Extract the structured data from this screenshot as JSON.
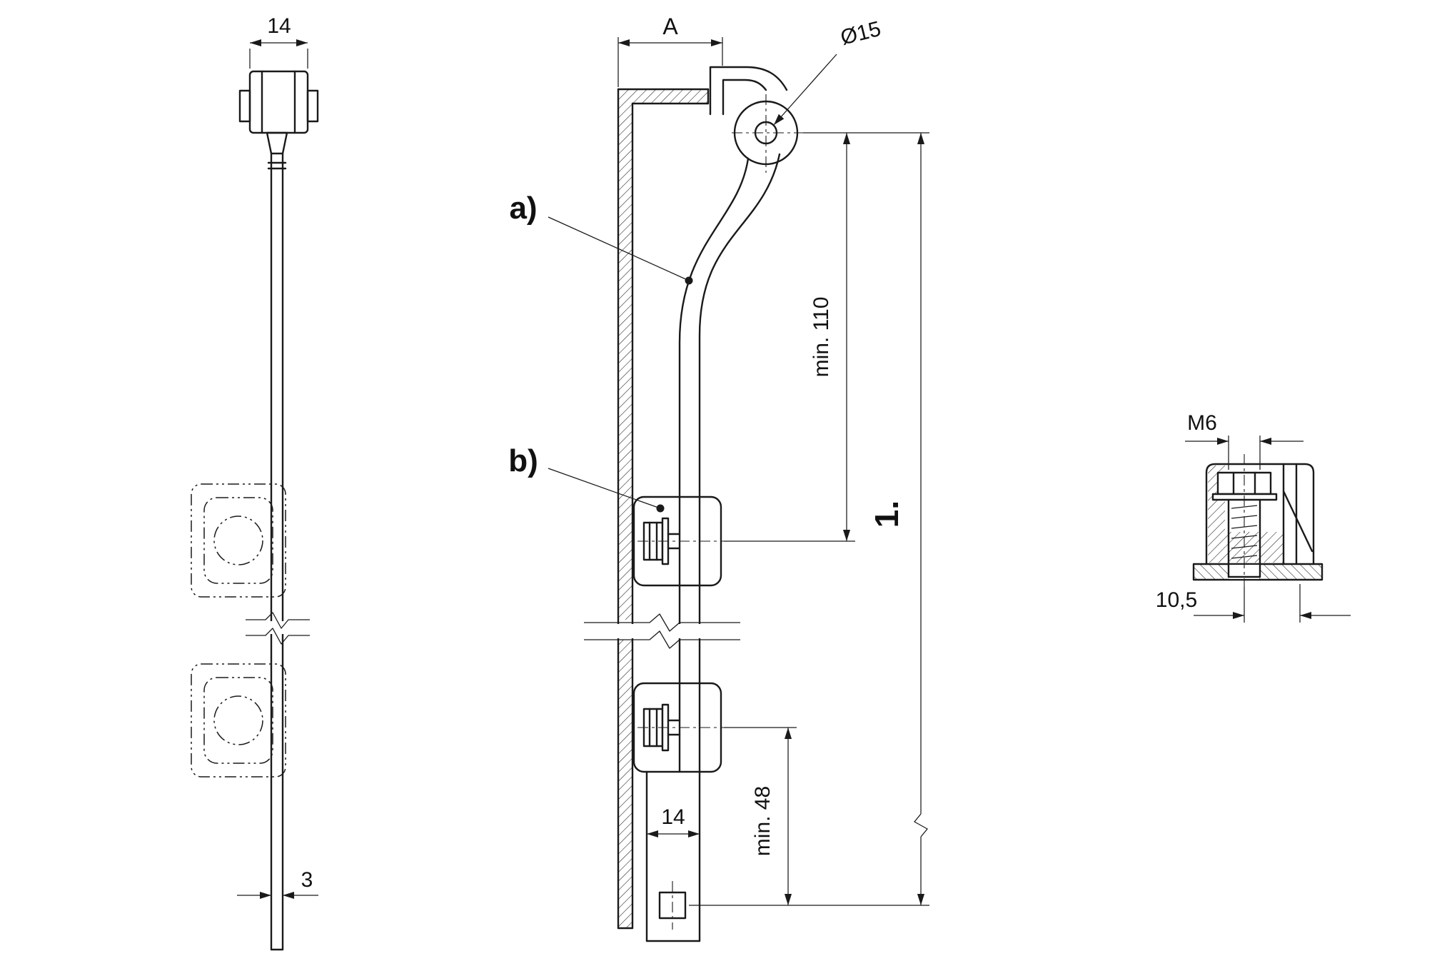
{
  "drawing": {
    "front_view": {
      "dim_width": "14",
      "dim_thickness": "3"
    },
    "side_view": {
      "dim_a": "A",
      "dim_hole_dia": "Ø15",
      "dim_min_height": "min. 110",
      "dim_total_ref": "1.",
      "dim_bar_width": "14",
      "dim_min_engagement": "min. 48",
      "callout_a": "a)",
      "callout_b": "b)"
    },
    "detail_view": {
      "dim_thread": "M6",
      "dim_offset": "10,5"
    }
  },
  "colors": {
    "line": "#1a1a1a",
    "background": "#ffffff"
  }
}
